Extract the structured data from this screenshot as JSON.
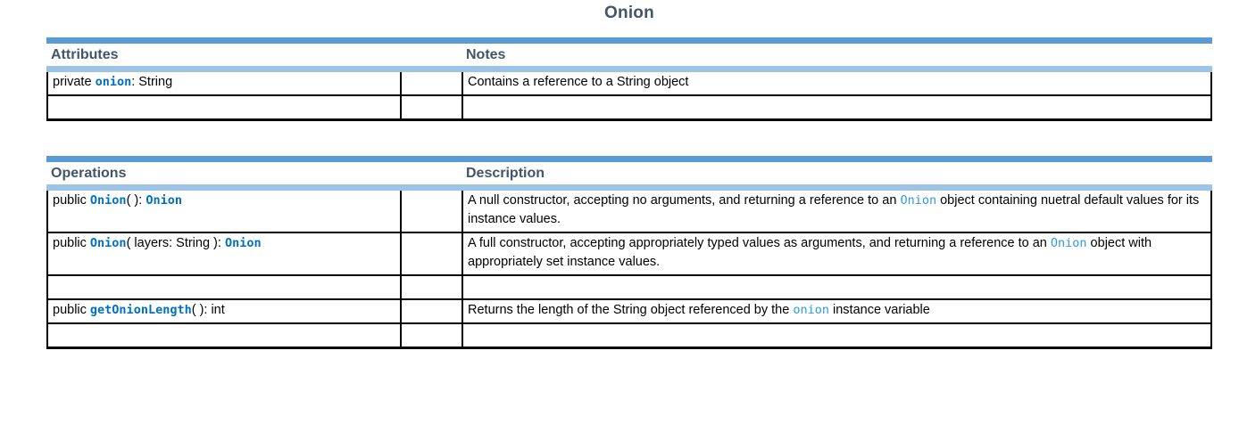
{
  "document": {
    "class_title": "Onion",
    "title_color": "#44546A",
    "rule_color_dark": "#5B9BD5",
    "rule_color_light": "#9DC3E6",
    "code_color": "#0070C0",
    "code_inline_color": "#2E9BE0"
  },
  "attributes_table": {
    "headers": {
      "left": "Attributes",
      "middle": "",
      "right": "Notes"
    },
    "rows": [
      {
        "signature": {
          "prefix": "private ",
          "name": "onion",
          "suffix": ": String"
        },
        "middle": "",
        "note_parts": [
          {
            "text": "Contains a reference to a String object",
            "style": "plain"
          }
        ]
      },
      {
        "signature": {
          "prefix": "",
          "name": "",
          "suffix": ""
        },
        "middle": "",
        "note_parts": []
      }
    ]
  },
  "operations_table": {
    "headers": {
      "left": "Operations",
      "middle": "",
      "right": "Description"
    },
    "rows": [
      {
        "signature": {
          "prefix": "public ",
          "name": "Onion",
          "suffix": "( ): ",
          "ret": "Onion"
        },
        "middle": "",
        "note_parts": [
          {
            "text": "A null constructor, accepting no arguments, and returning a reference to an ",
            "style": "plain"
          },
          {
            "text": "Onion",
            "style": "code"
          },
          {
            "text": " object containing nuetral default values for its instance values.",
            "style": "plain"
          }
        ],
        "lines": 2
      },
      {
        "signature": {
          "prefix": "public ",
          "name": "Onion",
          "suffix": "( layers: String ): ",
          "ret": "Onion"
        },
        "middle": "",
        "note_parts": [
          {
            "text": "A full constructor, accepting appropriately typed values as arguments, and returning a reference to an ",
            "style": "plain"
          },
          {
            "text": "Onion",
            "style": "code"
          },
          {
            "text": " object with appropriately set instance values.",
            "style": "plain"
          }
        ],
        "lines": 2
      },
      {
        "signature": {
          "prefix": "",
          "name": "",
          "suffix": "",
          "ret": ""
        },
        "middle": "",
        "note_parts": [],
        "lines": 1
      },
      {
        "signature": {
          "prefix": "public ",
          "name": "getOnionLength",
          "suffix": "( ): int",
          "ret": ""
        },
        "middle": "",
        "note_parts": [
          {
            "text": "Returns the length of the String object referenced by the ",
            "style": "plain"
          },
          {
            "text": "onion",
            "style": "code"
          },
          {
            "text": " instance variable",
            "style": "plain"
          }
        ],
        "lines": 1
      },
      {
        "signature": {
          "prefix": "",
          "name": "",
          "suffix": "",
          "ret": ""
        },
        "middle": "",
        "note_parts": [],
        "lines": 1
      }
    ]
  }
}
